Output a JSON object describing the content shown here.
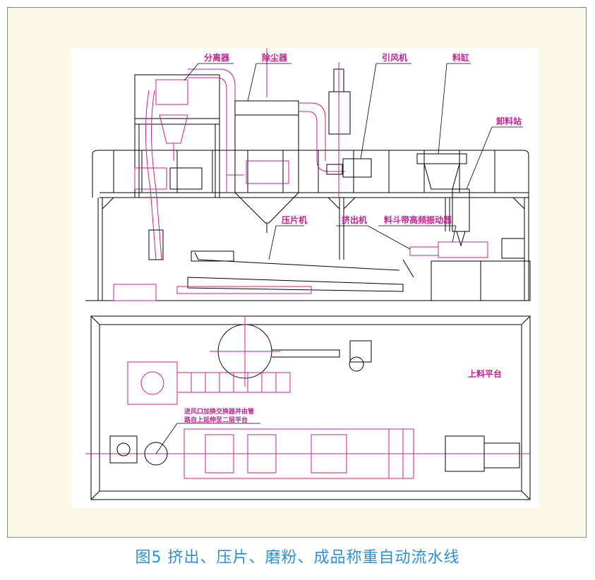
{
  "labels": {
    "separator": "分离器",
    "dust_collector": "除尘器",
    "induced_fan": "引风机",
    "hopper": "料缸",
    "unloading_station": "卸料站",
    "tablet_press": "压片机",
    "extruder": "挤出机",
    "vibrator": "料斗带高频振动器",
    "feeding_platform": "上料平台",
    "note_line1": "进风口加换交换器并由管",
    "note_line2": "路自上延伸至二层平台"
  },
  "caption": "图5 挤出、压片、磨粉、成品称重自动流水线"
}
